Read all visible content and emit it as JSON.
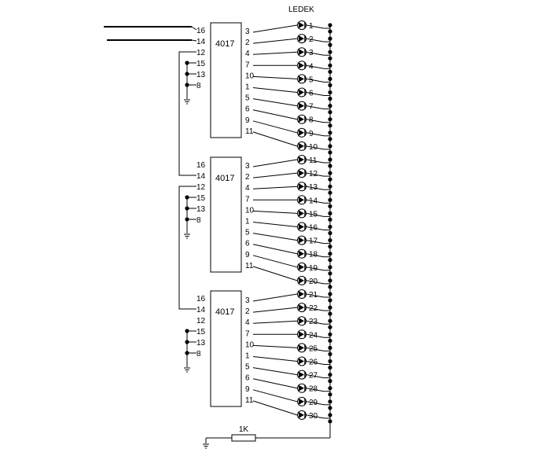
{
  "title": "LEDEK",
  "chip_label": "4017",
  "resistor_label": "1K",
  "left_pins_first": [
    "16",
    "14",
    "12",
    "15",
    "13",
    "8"
  ],
  "left_pins": [
    "16",
    "14",
    "12",
    "15",
    "13",
    "8"
  ],
  "output_pins": [
    "3",
    "2",
    "4",
    "7",
    "10",
    "1",
    "5",
    "6",
    "9",
    "11"
  ],
  "led_labels": [
    "1",
    "2",
    "3",
    "4",
    "5",
    "6",
    "7",
    "8",
    "9",
    "10",
    "11",
    "12",
    "13",
    "14",
    "15",
    "16",
    "17",
    "18",
    "19",
    "20",
    "21",
    "22",
    "23",
    "24",
    "25",
    "26",
    "27",
    "28",
    "29",
    "30"
  ],
  "colors": {
    "ink": "#000000",
    "paper": "#ffffff"
  }
}
